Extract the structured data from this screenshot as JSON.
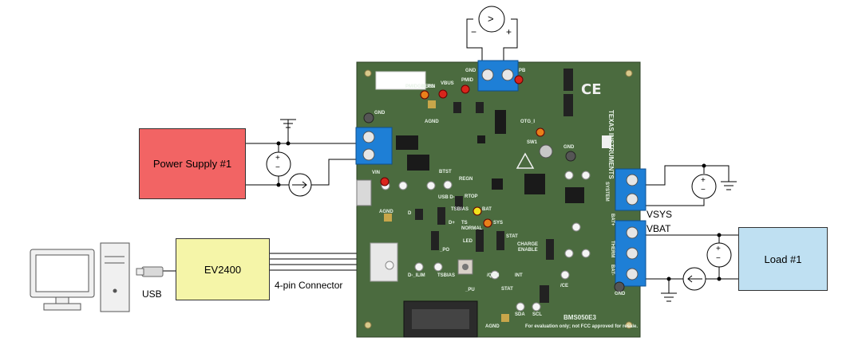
{
  "blocks": {
    "power_supply": "Power Supply #1",
    "ev2400": "EV2400",
    "load": "Load #1"
  },
  "labels": {
    "usb": "USB",
    "four_pin": "4-pin Connector",
    "vsys": "VSYS",
    "vbat": "VBAT"
  },
  "board": {
    "brand_line1": "TEXAS",
    "brand_line2": "INSTRUMENTS",
    "part": "BMS050E3",
    "disclaimer": "For evaluation only; not FCC approved for resale.",
    "silk": {
      "gnd": "GND",
      "gnd_top": "GND",
      "pb": "PB",
      "vin": "VIN",
      "agnd": "AGND",
      "agnd_left": "AGND",
      "agnd_bottom": "AGND",
      "pmid": "PMID",
      "vbus": "VBUS",
      "regn": "REGN",
      "pmidgd_pg": "PMIDGD_PG",
      "otg": "OTG_I",
      "sw1": "SW1",
      "gnd_mid": "GND",
      "btst": "BTST",
      "regn2": "REGN",
      "usb_d": "USB D-",
      "d_plus": "D+",
      "d": "D",
      "rtop": "RTOP",
      "tsbias": "TSBIAS",
      "bat": "BAT",
      "ts": "TS",
      "normal": "NORMAL",
      "led": "LED",
      "sys": "SYS",
      "stat": "STAT",
      "charge": "CHARGE",
      "enable": "ENABLE",
      "system": "SYSTEM",
      "bat_plus": "BAT+",
      "thermistor": "THERM",
      "bat_minus": "BAT-",
      "gnd_right": "GND",
      "ilim": "D-_ILIM",
      "tsbias2": "TSBIAS",
      "pu": "_PU",
      "po": "_PO",
      "qon": "/QON",
      "int": "INT",
      "stat2": "STAT",
      "ce": "/CE",
      "sda": "SDA",
      "scl": "SCL"
    }
  },
  "meter": {
    "symbol": ">",
    "minus": "−",
    "plus": "+"
  },
  "sources": {
    "left_minus": "−",
    "left_plus": "+",
    "right_minus": "−",
    "right_plus": "+",
    "load_minus": "−",
    "load_plus": "+"
  },
  "colors": {
    "power_supply": "#f26464",
    "ev2400": "#f5f5a8",
    "load": "#bfe0f2",
    "pcb": "#4b6b3f",
    "terminal": "#1e7fd6"
  }
}
